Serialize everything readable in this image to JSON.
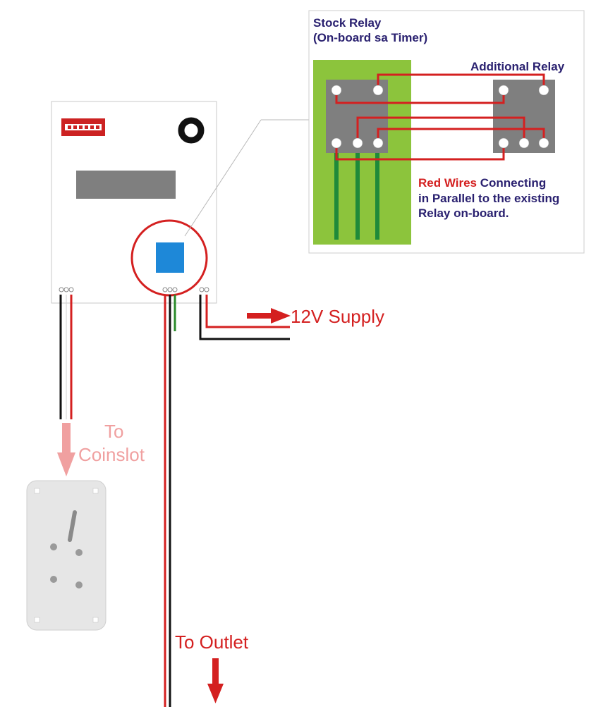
{
  "colors": {
    "wire_red": "#d42020",
    "wire_black": "#111111",
    "wire_green": "#2a8a2a",
    "label_navy": "#2a2170",
    "label_red": "#d42020",
    "faded_label": "#f0a0a0",
    "board_fill": "#ffffff",
    "grey_component": "#7f7f7f",
    "pcb_green": "#8cc43c",
    "trace_green": "#1f8a3a",
    "relay_blue": "#1e88d8",
    "dip_red": "#cc2222",
    "outlet_fill": "#e6e6e6"
  },
  "labels": {
    "stock_relay_line1": "Stock Relay",
    "stock_relay_line2": "(On-board sa Timer)",
    "additional_relay": "Additional Relay",
    "note_red": "Red Wires",
    "note_line1_rest": " Connecting",
    "note_line2": "in Parallel to the existing",
    "note_line3": "Relay on-board.",
    "supply": "12V Supply",
    "coinslot_line1": "To",
    "coinslot_line2": "Coinslot",
    "outlet": "To Outlet"
  },
  "icons": {
    "supply_arrow": "arrow-right-icon",
    "coinslot_arrow": "arrow-down-icon",
    "outlet_arrow": "arrow-down-icon"
  }
}
